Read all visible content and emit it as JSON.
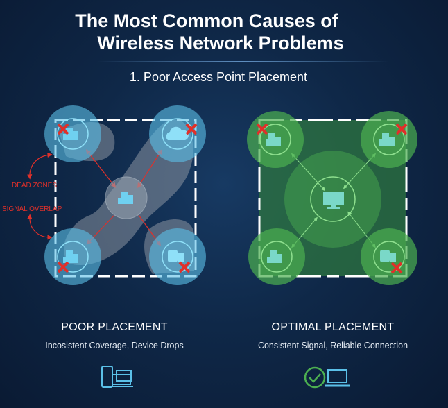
{
  "title": {
    "line1": "The Most Common Causes of",
    "line2": "Wireless Network Problems"
  },
  "subtitle": "1. Poor Access Point Placement",
  "left_panel": {
    "annotations": [
      "DEAD ZONES",
      "SIGNAL OVERLAP"
    ],
    "heading": "POOR PLACEMENT",
    "description": "Incosistent Coverage, Device Drops",
    "icon": "phone-laptop-icon",
    "nodes": [
      "building-icon",
      "cloud-upload-icon",
      "building-icon",
      "server-icon"
    ],
    "center_node": "building-icon",
    "color": "#5bc0e8"
  },
  "right_panel": {
    "heading": "OPTIMAL PLACEMENT",
    "description": "Consistent Signal, Reliable Connection",
    "icon": "check-laptop-icon",
    "nodes": [
      "building-icon",
      "building-icon",
      "building-icon",
      "server-icon"
    ],
    "center_node": "monitor-icon",
    "color": "#4caf50"
  },
  "colors": {
    "error": "#e0302a",
    "background": "#0b1d36"
  }
}
